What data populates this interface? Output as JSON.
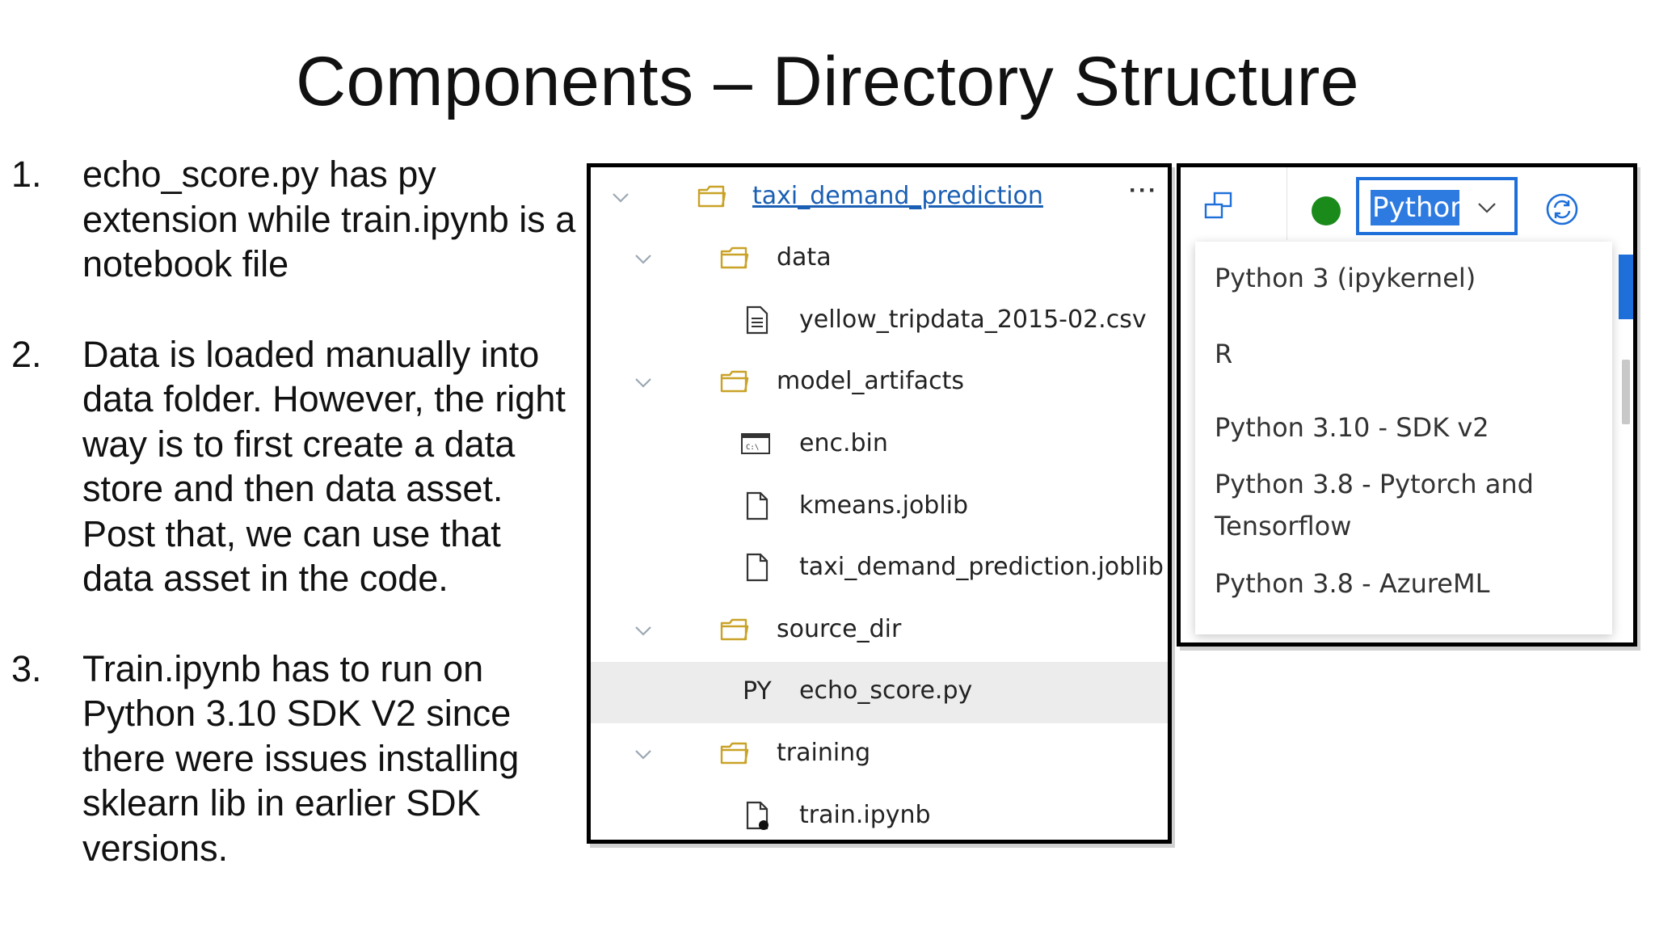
{
  "slide": {
    "title": "Components – Directory Structure",
    "points": [
      {
        "num": "1.",
        "text": "echo_score.py has py extension while train.ipynb is a notebook file"
      },
      {
        "num": "2.",
        "text": "Data is loaded manually into data folder. However, the right way is to first create a data store and then data asset. Post that, we can use that data asset in the code."
      },
      {
        "num": "3.",
        "text": "Train.ipynb has to run on Python 3.10 SDK V2 since there were issues installing sklearn lib in earlier SDK versions."
      }
    ]
  },
  "file_tree": {
    "more_label": "···",
    "items": [
      {
        "label": "taxi_demand_prediction",
        "type": "folder",
        "icon": "folder-icon"
      },
      {
        "label": "data",
        "type": "folder",
        "icon": "folder-icon"
      },
      {
        "label": "yellow_tripdata_2015-02.csv",
        "type": "file",
        "icon": "text-file-icon"
      },
      {
        "label": "model_artifacts",
        "type": "folder",
        "icon": "folder-icon"
      },
      {
        "label": "enc.bin",
        "type": "file",
        "icon": "binary-file-icon"
      },
      {
        "label": "kmeans.joblib",
        "type": "file",
        "icon": "file-icon"
      },
      {
        "label": "taxi_demand_prediction.joblib",
        "type": "file",
        "icon": "file-icon"
      },
      {
        "label": "source_dir",
        "type": "folder",
        "icon": "folder-icon"
      },
      {
        "label": "echo_score.py",
        "type": "file",
        "icon": "python-file-icon",
        "badge": "PY",
        "selected": true
      },
      {
        "label": "training",
        "type": "folder",
        "icon": "folder-icon"
      },
      {
        "label": "train.ipynb",
        "type": "file",
        "icon": "notebook-file-icon"
      }
    ]
  },
  "kernel": {
    "selected_value": "Pythor",
    "status_color": "#1a8a1a",
    "options": [
      "Python 3 (ipykernel)",
      "R",
      "Python 3.10 - SDK v2",
      "Python 3.8 - Pytorch and Tensorflow",
      "Python 3.8 - AzureML"
    ]
  },
  "colors": {
    "accent": "#1e6fd9",
    "link": "#1a5fb4",
    "folder": "#c9a227",
    "selected_row": "#ececec"
  }
}
